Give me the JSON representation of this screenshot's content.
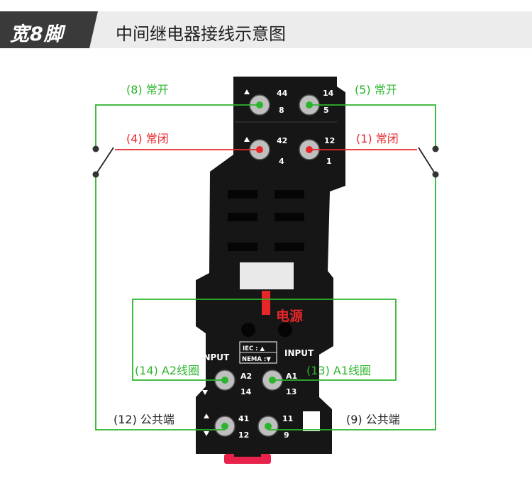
{
  "header": {
    "tag": "宽8脚",
    "title": "中间继电器接线示意图"
  },
  "labels": {
    "no_8": "(8) 常开",
    "no_5": "(5) 常开",
    "nc_4": "(4) 常闭",
    "nc_1": "(1) 常闭",
    "coil_14": "(14) A2线圈",
    "coil_13": "(13) A1线圈",
    "power": "电源",
    "com_12": "(12) 公共端",
    "com_9": "(9) 公共端"
  },
  "device": {
    "t44": "44",
    "t8": "8",
    "t14": "14",
    "t5": "5",
    "t42": "42",
    "t4": "4",
    "t12": "12",
    "t1": "1",
    "input_left": "INPUT",
    "input_right": "INPUT",
    "iec": "IEC : ▲",
    "nema": "NEMA :▼",
    "a2": "A2",
    "a2_num": "14",
    "a1": "A1",
    "a1_num": "13",
    "t41": "41",
    "t12b": "12",
    "t11": "11",
    "t9": "9"
  },
  "colors": {
    "green": "#2bb52b",
    "red": "#e8262a",
    "body": "#161616",
    "header_bg": "#ececec",
    "tag_bg": "#3a3a3a"
  }
}
